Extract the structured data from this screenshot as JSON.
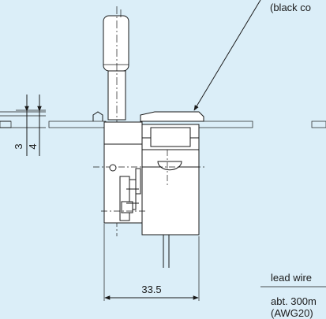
{
  "labels": {
    "callout": "(black co",
    "lead_wire": "lead wire",
    "lead_length": "abt. 300m",
    "awg": "(AWG20)"
  },
  "dimensions": {
    "width": "33.5",
    "dim_3": "3",
    "dim_4": "4"
  }
}
